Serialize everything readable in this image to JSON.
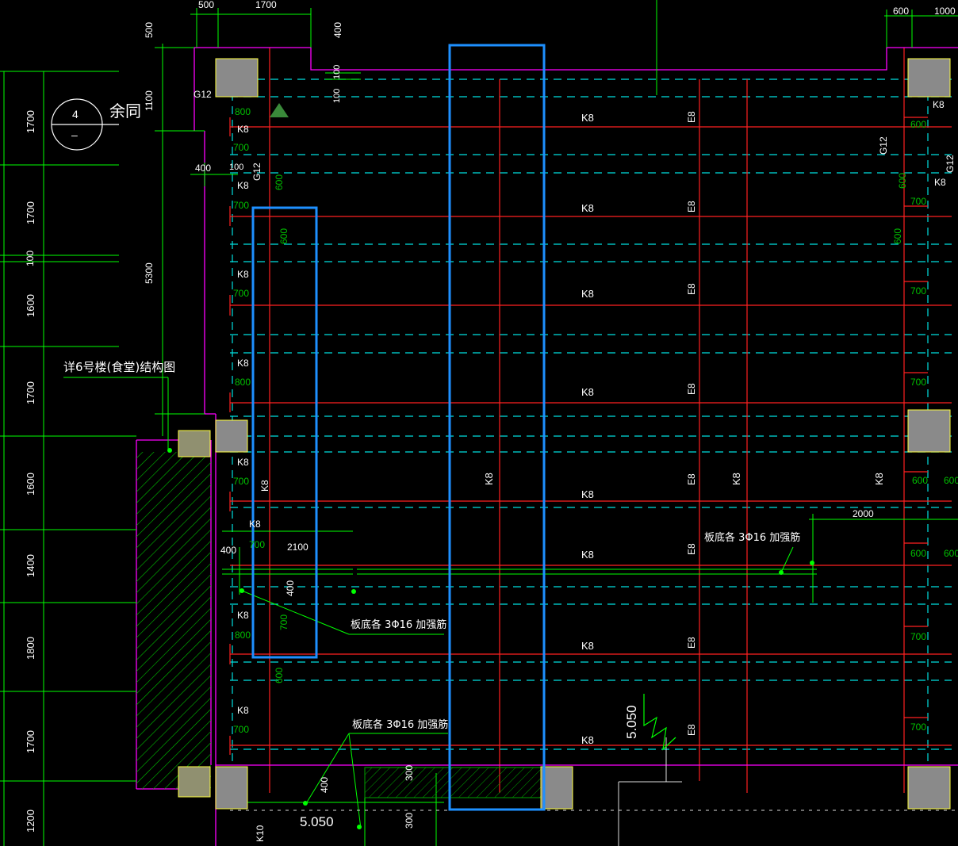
{
  "colors": {
    "background": "#000000",
    "dimension": "#00ff00",
    "beam": "#ff2020",
    "axis_dash": "#00e0e0",
    "wall": "#ff00ff",
    "column": "#808080",
    "highlight": "#1e90ff",
    "label": "#ffffff",
    "rebar_label": "#00c000"
  },
  "top_dims": {
    "a": "500",
    "b": "1700",
    "c": "500",
    "d": "400",
    "e": "100",
    "f": "100",
    "r1": "600",
    "r2": "1000"
  },
  "left_dims": [
    "1700",
    "1700",
    "100",
    "1600",
    "1700",
    "1600",
    "1400",
    "1800",
    "1700",
    "1200"
  ],
  "inner_dims": {
    "v1100": "1100",
    "v5300": "5300",
    "h400": "400",
    "h100": "100",
    "g12a": "G12",
    "g12b": "G12",
    "g12c": "G12",
    "g12d": "G12"
  },
  "callout": {
    "num": "4",
    "dash": "–",
    "text": "余同"
  },
  "note_ref": "详6号楼(食堂)结构图",
  "k8": "K8",
  "k10": "K10",
  "e8": "E8",
  "rebar": [
    "800",
    "700",
    "600",
    "700",
    "700",
    "800",
    "700",
    "700",
    "800",
    "700"
  ],
  "right_rebar": [
    "600",
    "700",
    "700",
    "700",
    "600",
    "600",
    "700",
    "700",
    "600",
    "600"
  ],
  "reinforce": {
    "dim2100": "2100",
    "dim400a": "400",
    "dim400b": "400",
    "dim2000": "2000",
    "note1": "板底各 3Φ16 加强筋",
    "note2": "板底各 3Φ16 加强筋",
    "note3": "板底各 3Φ16 加强筋"
  },
  "elevations": {
    "e1": "5.050",
    "e2": "5.050"
  },
  "bottom_dims": {
    "d300a": "300",
    "d300b": "300",
    "d400": "400"
  }
}
